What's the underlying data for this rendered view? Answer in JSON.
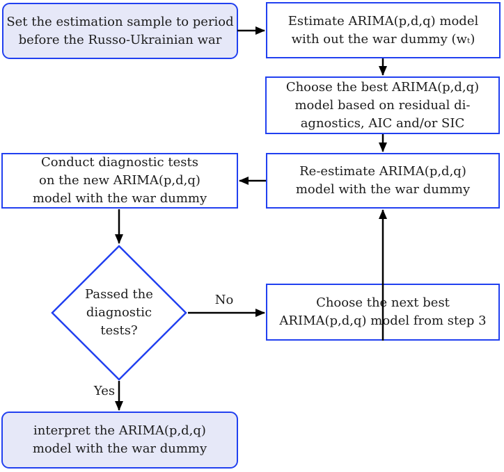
{
  "diagram": {
    "type": "flowchart",
    "topic": "ARIMA modelling procedure with Russo-Ukrainian war dummy",
    "colors": {
      "node_border": "#2140f0",
      "start_end_fill": "#e6e8f8",
      "process_fill": "#ffffff",
      "arrow": "#000000",
      "text": "#1c1c1c"
    },
    "nodes": {
      "set_sample": {
        "shape": "rounded-rectangle",
        "lines": [
          "Set the estimation sample to period",
          "before the Russo-Ukrainian war"
        ]
      },
      "estimate": {
        "shape": "rectangle",
        "lines": [
          "Estimate ARIMA(p,d,q) model",
          "with out the war dummy (wₜ)"
        ]
      },
      "choose_best": {
        "shape": "rectangle",
        "lines": [
          "Choose the best ARIMA(p,d,q)",
          "model based on residual di-",
          "agnostics, AIC and/or SIC"
        ]
      },
      "reestimate": {
        "shape": "rectangle",
        "lines": [
          "Re-estimate ARIMA(p,d,q)",
          "model with the war dummy"
        ]
      },
      "diagnostic_tests": {
        "shape": "rectangle",
        "lines": [
          "Conduct diagnostic tests",
          "on the new ARIMA(p,d,q)",
          "model with the war dummy"
        ]
      },
      "passed_decision": {
        "shape": "diamond",
        "lines": [
          "Passed the",
          "diagnostic",
          "tests?"
        ]
      },
      "choose_next": {
        "shape": "rectangle",
        "lines": [
          "Choose the next best",
          "ARIMA(p,d,q) model from step 3"
        ]
      },
      "interpret": {
        "shape": "rounded-rectangle",
        "lines": [
          "interpret the ARIMA(p,d,q)",
          "model with the war dummy"
        ]
      }
    },
    "edges": {
      "set_sample_to_estimate": "",
      "estimate_to_choose_best": "",
      "choose_best_to_reestimate": "",
      "reestimate_to_diagnostic": "",
      "diagnostic_to_decision": "",
      "decision_no_to_choose_next": "No",
      "choose_next_to_reestimate": "",
      "decision_yes_to_interpret": "Yes"
    },
    "labels": {
      "no": "No",
      "yes": "Yes"
    }
  }
}
